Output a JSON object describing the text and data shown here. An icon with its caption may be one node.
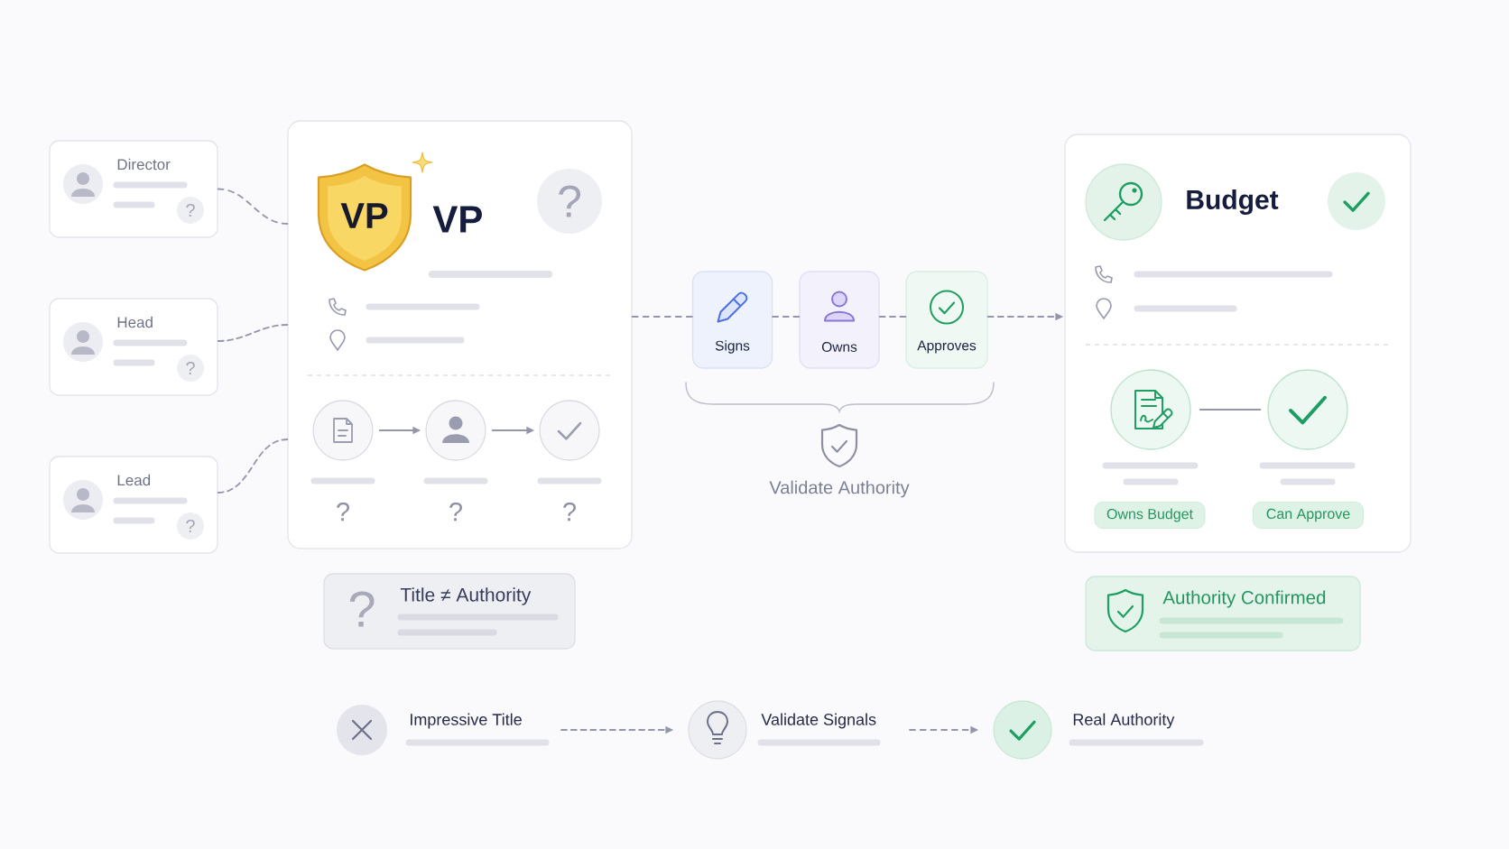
{
  "diagram": {
    "nodes": [
      {
        "text": [
          "Director"
        ]
      },
      {
        "text": [
          "?"
        ],
        "in": 0
      },
      {
        "text": [
          "Head"
        ]
      },
      {
        "text": [
          "?"
        ],
        "in": 2
      },
      {
        "text": [
          "Lead"
        ]
      },
      {
        "text": [
          "?"
        ],
        "in": 4
      },
      {
        "text": [
          "VP"
        ]
      },
      {
        "text": [
          "VP"
        ],
        "in": 6
      },
      {
        "text": [
          "?"
        ],
        "in": 6
      },
      {
        "text": [],
        "shape": "circle",
        "in": 6,
        "beside": [
          "?"
        ]
      },
      {
        "text": [],
        "shape": "circle",
        "in": 6,
        "beside": [
          "?"
        ]
      },
      {
        "text": [],
        "shape": "circle",
        "in": 6,
        "beside": [
          "?"
        ]
      },
      {
        "text": [
          "Signs"
        ]
      },
      {
        "text": [
          "Owns"
        ]
      },
      {
        "text": [
          "Approves"
        ]
      },
      {
        "text": [
          "Budget"
        ]
      },
      {
        "text": [],
        "shape": "circle",
        "in": 15
      },
      {
        "text": [],
        "shape": "circle",
        "in": 15
      },
      {
        "text": [
          "Owns Budget"
        ],
        "in": 15
      },
      {
        "text": [
          "Can Approve"
        ],
        "in": 15
      },
      {
        "text": [
          "?",
          "Title ≠ Authority"
        ]
      },
      {
        "text": [
          "Authority Confirmed"
        ]
      },
      {
        "text": [
          "Impressive Title"
        ]
      },
      {
        "text": [
          "Validate Signals"
        ]
      },
      {
        "text": [
          "Real Authority"
        ]
      }
    ],
    "edges": [
      {
        "from": 0,
        "to": 6,
        "arrow": "none",
        "style": "dashed"
      },
      {
        "from": 2,
        "to": 6,
        "arrow": "none",
        "style": "dashed"
      },
      {
        "from": 4,
        "to": 6,
        "arrow": "none",
        "style": "dashed"
      },
      {
        "from": 9,
        "to": 10,
        "arrow": "to"
      },
      {
        "from": 10,
        "to": 11,
        "arrow": "to"
      },
      {
        "from": 6,
        "to": 12,
        "arrow": "none",
        "style": "dashed"
      },
      {
        "from": 12,
        "to": 13,
        "arrow": "none",
        "style": "dashed"
      },
      {
        "from": 13,
        "to": 14,
        "arrow": "none",
        "style": "dashed"
      },
      {
        "from": 14,
        "to": 15,
        "arrow": "to",
        "style": "dashed"
      },
      {
        "from": 16,
        "to": 17,
        "arrow": "none"
      },
      {
        "from": 22,
        "to": 23,
        "arrow": "to",
        "style": "dashed"
      },
      {
        "from": 23,
        "to": 24,
        "arrow": "to",
        "style": "dashed"
      }
    ],
    "labels": [
      "Validate Authority"
    ]
  }
}
